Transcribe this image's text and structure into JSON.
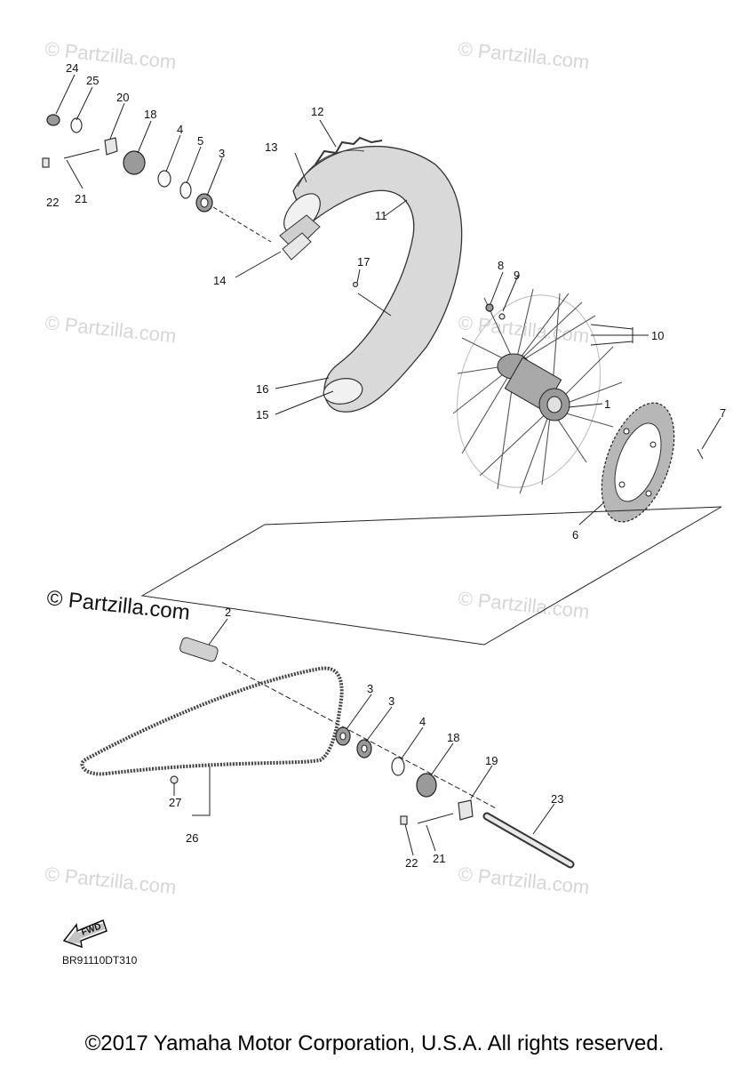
{
  "watermarks": {
    "small": "© Partzilla.com",
    "big": "© Partzilla.com"
  },
  "labels": {
    "l1": "1",
    "l2": "2",
    "l3a": "3",
    "l3b": "3",
    "l3c": "3",
    "l4a": "4",
    "l4b": "4",
    "l5": "5",
    "l6": "6",
    "l7": "7",
    "l8": "8",
    "l9": "9",
    "l10": "10",
    "l11": "11",
    "l12": "12",
    "l13": "13",
    "l14": "14",
    "l15": "15",
    "l16": "16",
    "l17": "17",
    "l18a": "18",
    "l18b": "18",
    "l19": "19",
    "l20": "20",
    "l21a": "21",
    "l21b": "21",
    "l22a": "22",
    "l22b": "22",
    "l23": "23",
    "l24": "24",
    "l25": "25",
    "l26": "26",
    "l27": "27"
  },
  "fwd_label": "FWD",
  "diagram_code": "BR91110DT310",
  "copyright": "©2017 Yamaha Motor Corporation, U.S.A. All rights reserved."
}
